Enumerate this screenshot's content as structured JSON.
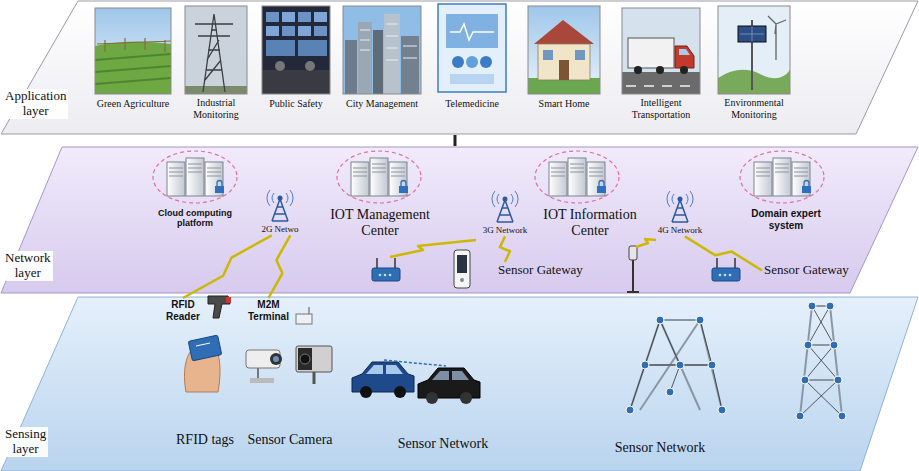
{
  "diagram": {
    "nodes": [
      {
        "text": [
          "Application layer"
        ]
      },
      {
        "text": [
          "Network layer"
        ]
      },
      {
        "text": [
          "2G Netwo"
        ],
        "in": 1
      },
      {
        "text": [
          "3G Network"
        ],
        "in": 1
      },
      {
        "text": [
          "4G Network"
        ],
        "in": 1
      },
      {
        "text": [
          "Sensor Gateway"
        ],
        "in": 1
      },
      {
        "text": [
          "Sensor Gateway"
        ],
        "in": 1
      },
      {
        "text": [
          "Sensing layer"
        ]
      },
      {
        "text": [
          "RFID Reader"
        ],
        "in": 7
      },
      {
        "text": [
          "M2M Terminal"
        ],
        "in": 7
      }
    ],
    "edges": [
      {
        "from": 0,
        "to": 1,
        "arrow": "none"
      },
      {
        "from": 8,
        "to": 2,
        "arrow": "none"
      },
      {
        "from": 9,
        "to": 2,
        "arrow": "none"
      },
      {
        "from": 5,
        "to": 3,
        "arrow": "none"
      },
      {
        "from": 6,
        "to": 4,
        "arrow": "none"
      }
    ],
    "labels": [
      "Green Agriculture",
      "Industrial Monitoring",
      "Public Safety",
      "City Management",
      "Telemedicine",
      "Smart Home",
      "Intelligent Transportation",
      "Environmental Monitoring",
      "Cloud computing platform",
      "IOT Management Center",
      "IOT Information Center",
      "Domain expert system",
      "RFID tags",
      "Sensor Camera",
      "Sensor Network",
      "Sensor Network"
    ]
  }
}
